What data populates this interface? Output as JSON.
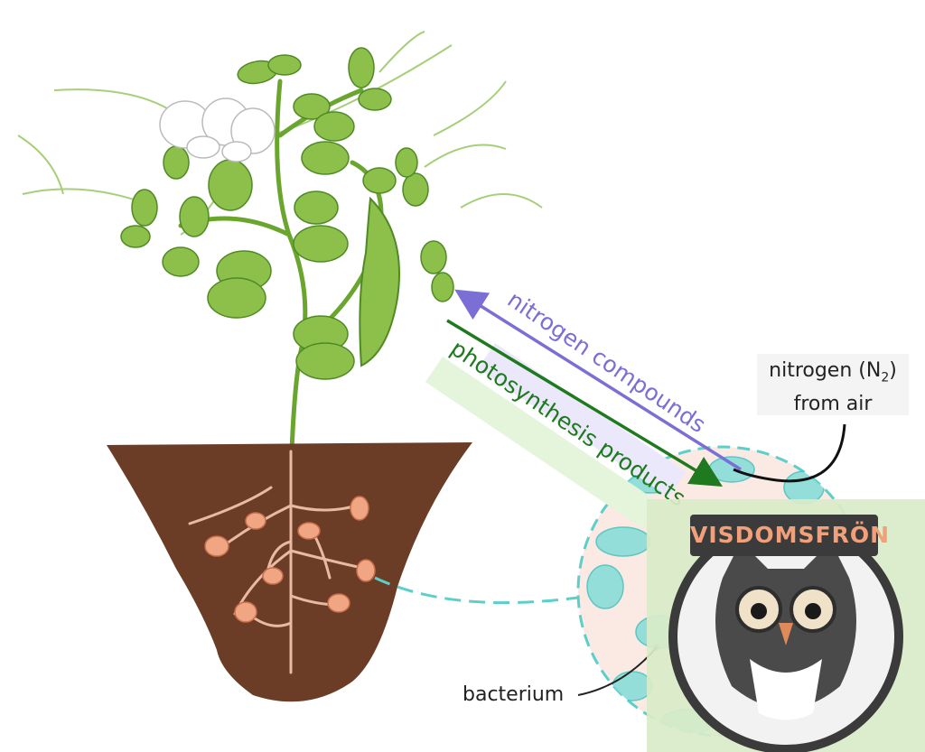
{
  "labels": {
    "nitrogen_compounds": "nitrogen compounds",
    "photosynthesis_products": "photosynthesis products",
    "nitrogen_air_line1_pre": "nitrogen (N",
    "nitrogen_air_sub": "2",
    "nitrogen_air_line1_post": ")",
    "nitrogen_air_line2": "from air",
    "bacterium": "bacterium"
  },
  "watermark": {
    "text": "VISDOMSFRÖN"
  },
  "colors": {
    "nitrogen_arrow": "#7b6fd6",
    "photosynthesis_arrow": "#1f7a1f",
    "soil": "#6b3d27",
    "nodule": "#f0a583",
    "bacteria": "#6fd5d0",
    "leaf": "#8cc04b",
    "leaf_dark": "#4f8a24",
    "watermark_bg": "#d9ebc9"
  }
}
